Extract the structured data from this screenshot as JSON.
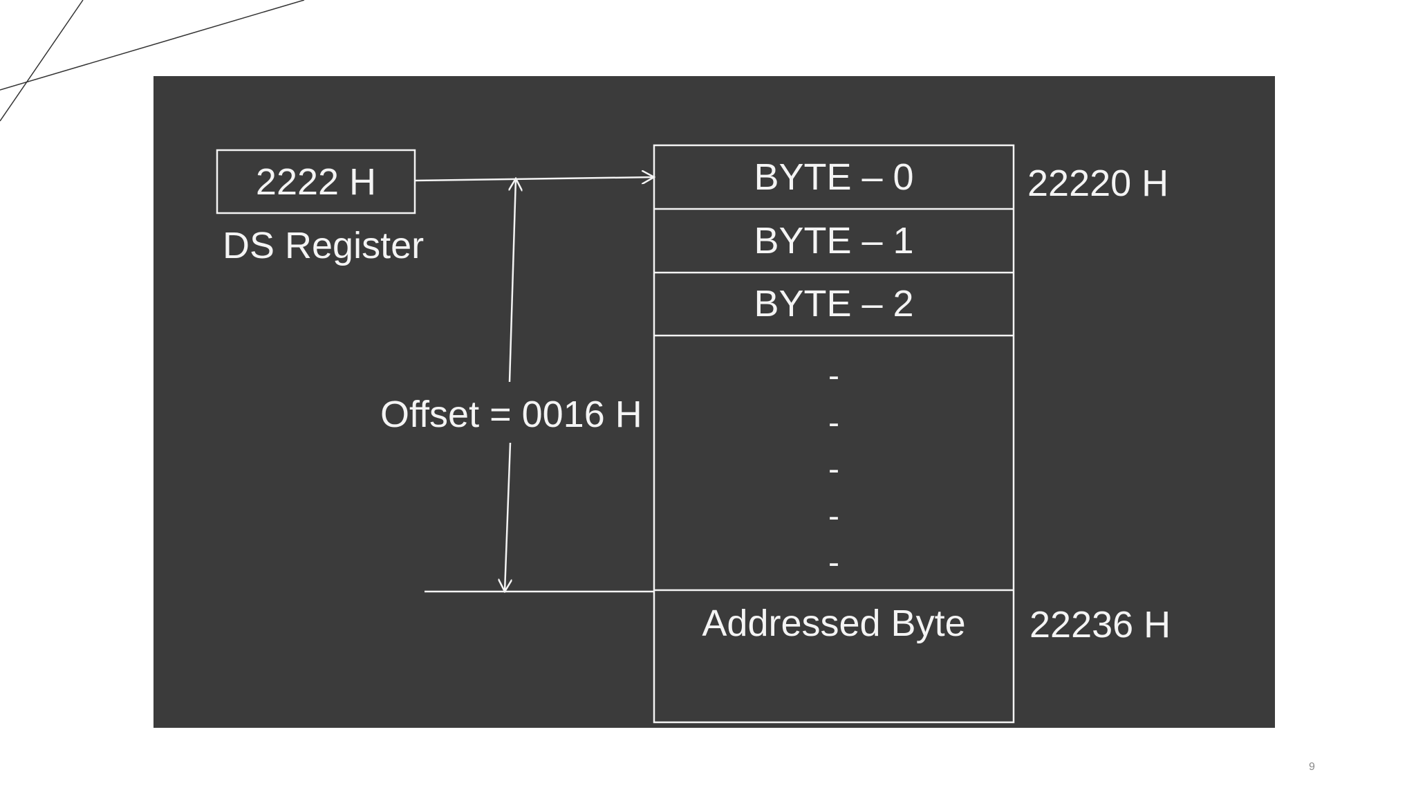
{
  "diagram": {
    "register_value": "2222 H",
    "register_name": "DS Register",
    "offset_label": "Offset = 0016 H",
    "memory_cells": [
      "BYTE – 0",
      "BYTE – 1",
      "BYTE – 2"
    ],
    "ellipsis_marks": [
      "-",
      "-",
      "-",
      "-",
      "-"
    ],
    "addressed_cell": "Addressed Byte",
    "start_address": "22220 H",
    "end_address": "22236 H"
  },
  "slide": {
    "page_number": "9"
  },
  "colors": {
    "panel_background": "#3b3b3b",
    "diagram_ink": "#f4f4f4",
    "slide_background": "#ffffff"
  }
}
